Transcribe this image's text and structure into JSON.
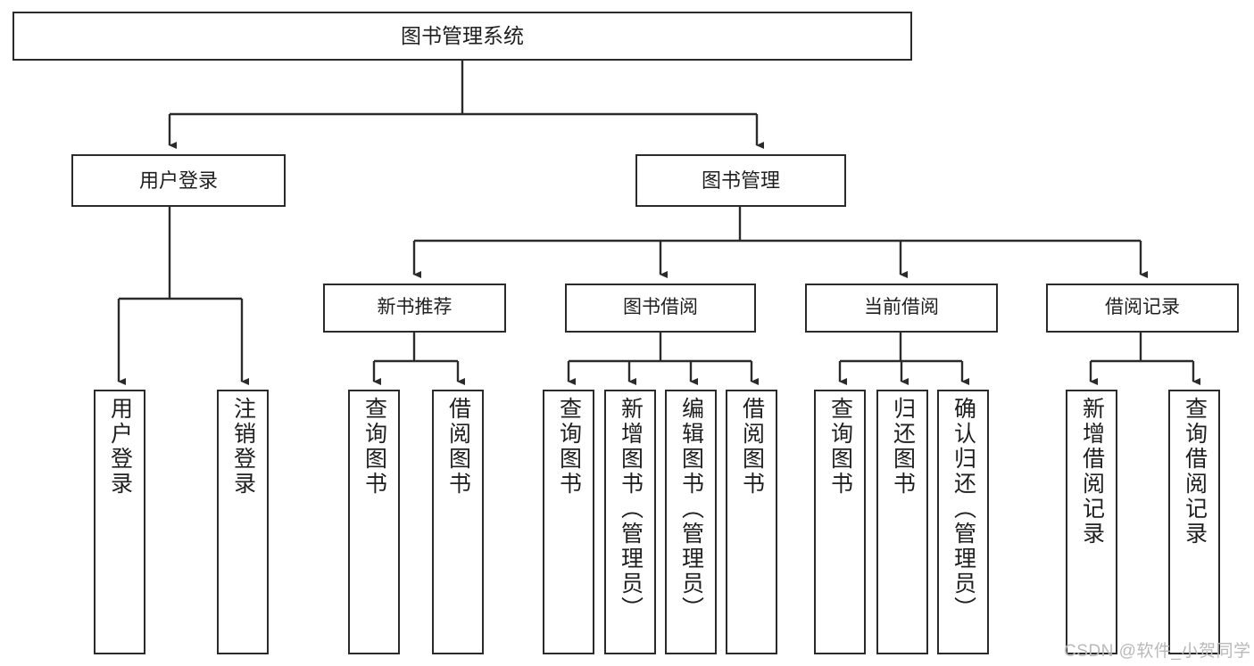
{
  "diagram": {
    "title": "图书管理系统",
    "type": "tree-hierarchy-chart",
    "line_color": "#2b2b2b",
    "box_fill": "#ffffff",
    "text_color": "#1f1f1f"
  },
  "root": {
    "label": "图书管理系统"
  },
  "level1": [
    {
      "label": "用户登录"
    },
    {
      "label": "图书管理"
    }
  ],
  "level2": [
    {
      "label": "新书推荐"
    },
    {
      "label": "图书借阅"
    },
    {
      "label": "当前借阅"
    },
    {
      "label": "借阅记录"
    }
  ],
  "leaves": {
    "user_login": [
      {
        "label": "用户登录"
      },
      {
        "label": "注销登录"
      }
    ],
    "new_book_recommend": [
      {
        "label": "查询图书"
      },
      {
        "label": "借阅图书"
      }
    ],
    "book_borrow": [
      {
        "label": "查询图书"
      },
      {
        "label": "新增图书（管理员）"
      },
      {
        "label": "编辑图书（管理员）"
      },
      {
        "label": "借阅图书"
      }
    ],
    "current_borrow": [
      {
        "label": "查询图书"
      },
      {
        "label": "归还图书"
      },
      {
        "label": "确认归还（管理员）"
      }
    ],
    "borrow_record": [
      {
        "label": "新增借阅记录"
      },
      {
        "label": "查询借阅记录"
      }
    ]
  },
  "watermark": {
    "text": "CSDN @软件_小贺同学"
  }
}
